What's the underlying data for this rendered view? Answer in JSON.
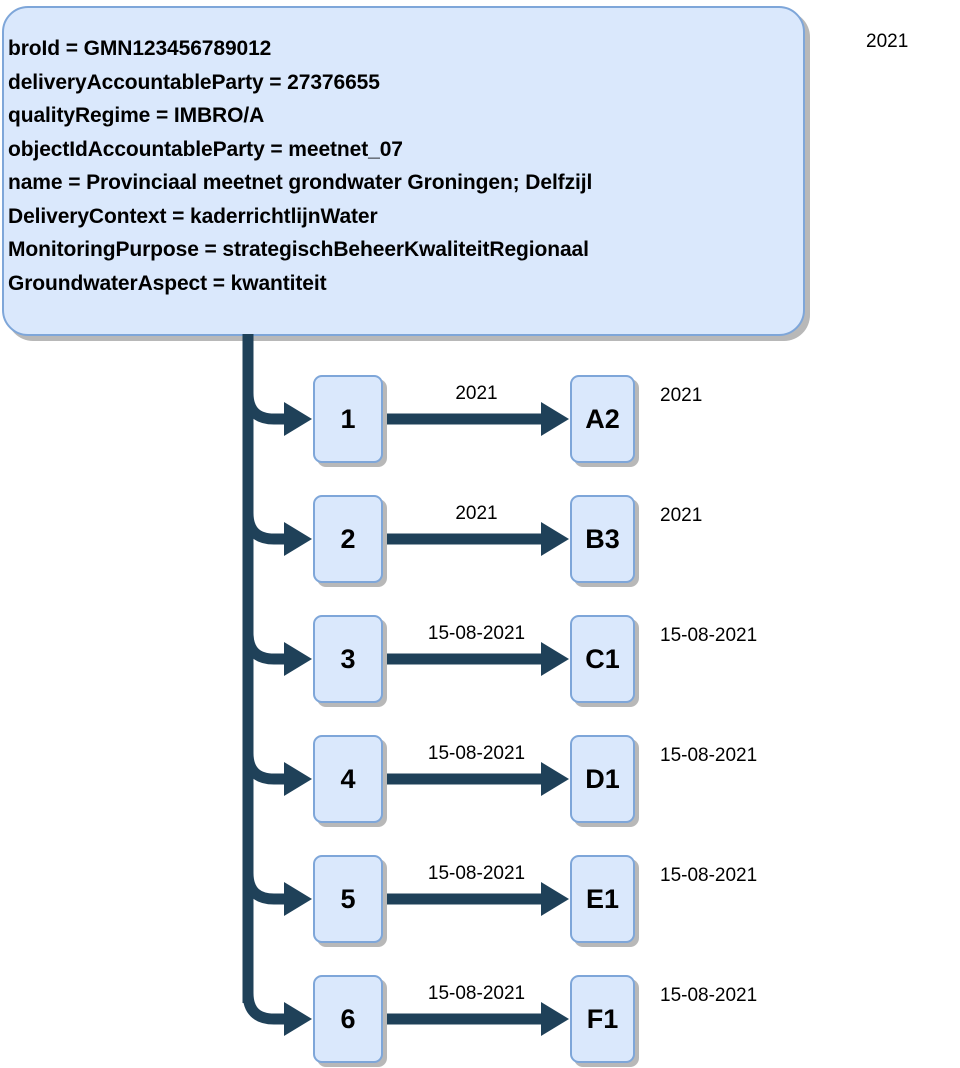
{
  "diagram": {
    "type": "tree-diagram",
    "root": {
      "name": "gmn-registration-object",
      "attributes": [
        "broId = GMN123456789012",
        "deliveryAccountableParty = 27376655",
        "qualityRegime = IMBRO/A",
        "objectIdAccountableParty = meetnet_07",
        "name = Provinciaal meetnet grondwater Groningen; Delfzijl",
        "DeliveryContext = kaderrichtlijnWater",
        "MonitoringPurpose = strategischBeheerKwaliteitRegionaal",
        "GroundwaterAspect = kwantiteit"
      ]
    },
    "corner_label": "2021",
    "rows": [
      {
        "left_node": "1",
        "edge_label": "2021",
        "right_node": "A2",
        "trailing_label": "2021"
      },
      {
        "left_node": "2",
        "edge_label": "2021",
        "right_node": "B3",
        "trailing_label": "2021"
      },
      {
        "left_node": "3",
        "edge_label": "15-08-2021",
        "right_node": "C1",
        "trailing_label": "15-08-2021"
      },
      {
        "left_node": "4",
        "edge_label": "15-08-2021",
        "right_node": "D1",
        "trailing_label": "15-08-2021"
      },
      {
        "left_node": "5",
        "edge_label": "15-08-2021",
        "right_node": "E1",
        "trailing_label": "15-08-2021"
      },
      {
        "left_node": "6",
        "edge_label": "15-08-2021",
        "right_node": "F1",
        "trailing_label": "15-08-2021"
      }
    ],
    "colors": {
      "node_fill": "#dae8fc",
      "node_border": "#7ea6d9",
      "connector": "#1f4159",
      "shadow": "#b8b8b8",
      "text": "#000000",
      "background": "#ffffff"
    }
  }
}
